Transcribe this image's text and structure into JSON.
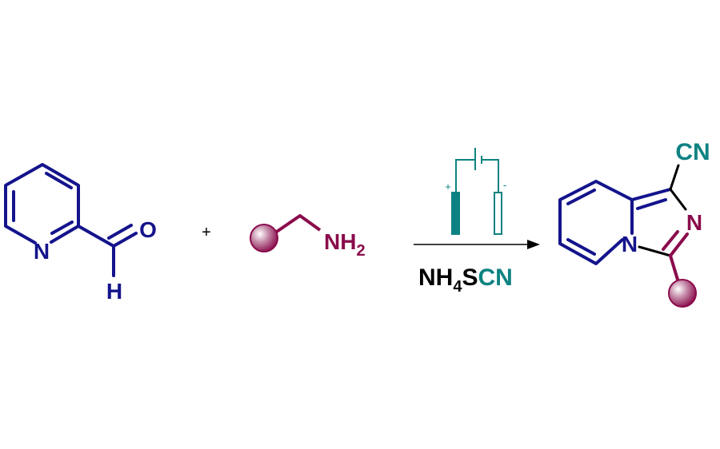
{
  "reactant1": {
    "n_label": "N",
    "o_label": "O",
    "h_label": "H"
  },
  "plus": "+",
  "reactant2": {
    "amine_label": "NH",
    "amine_sub": "2"
  },
  "conditions": {
    "anode_sign": "+",
    "cathode_sign": "-",
    "reagent_a": "NH",
    "reagent_sub": "4",
    "reagent_b": "S",
    "reagent_c": "CN"
  },
  "product": {
    "cn_label": "CN",
    "n1_label": "N",
    "n2_label": "N"
  },
  "colors": {
    "navy": "#14148c",
    "maroon": "#8a0c4c",
    "teal": "#0e8282",
    "black": "#000000"
  }
}
